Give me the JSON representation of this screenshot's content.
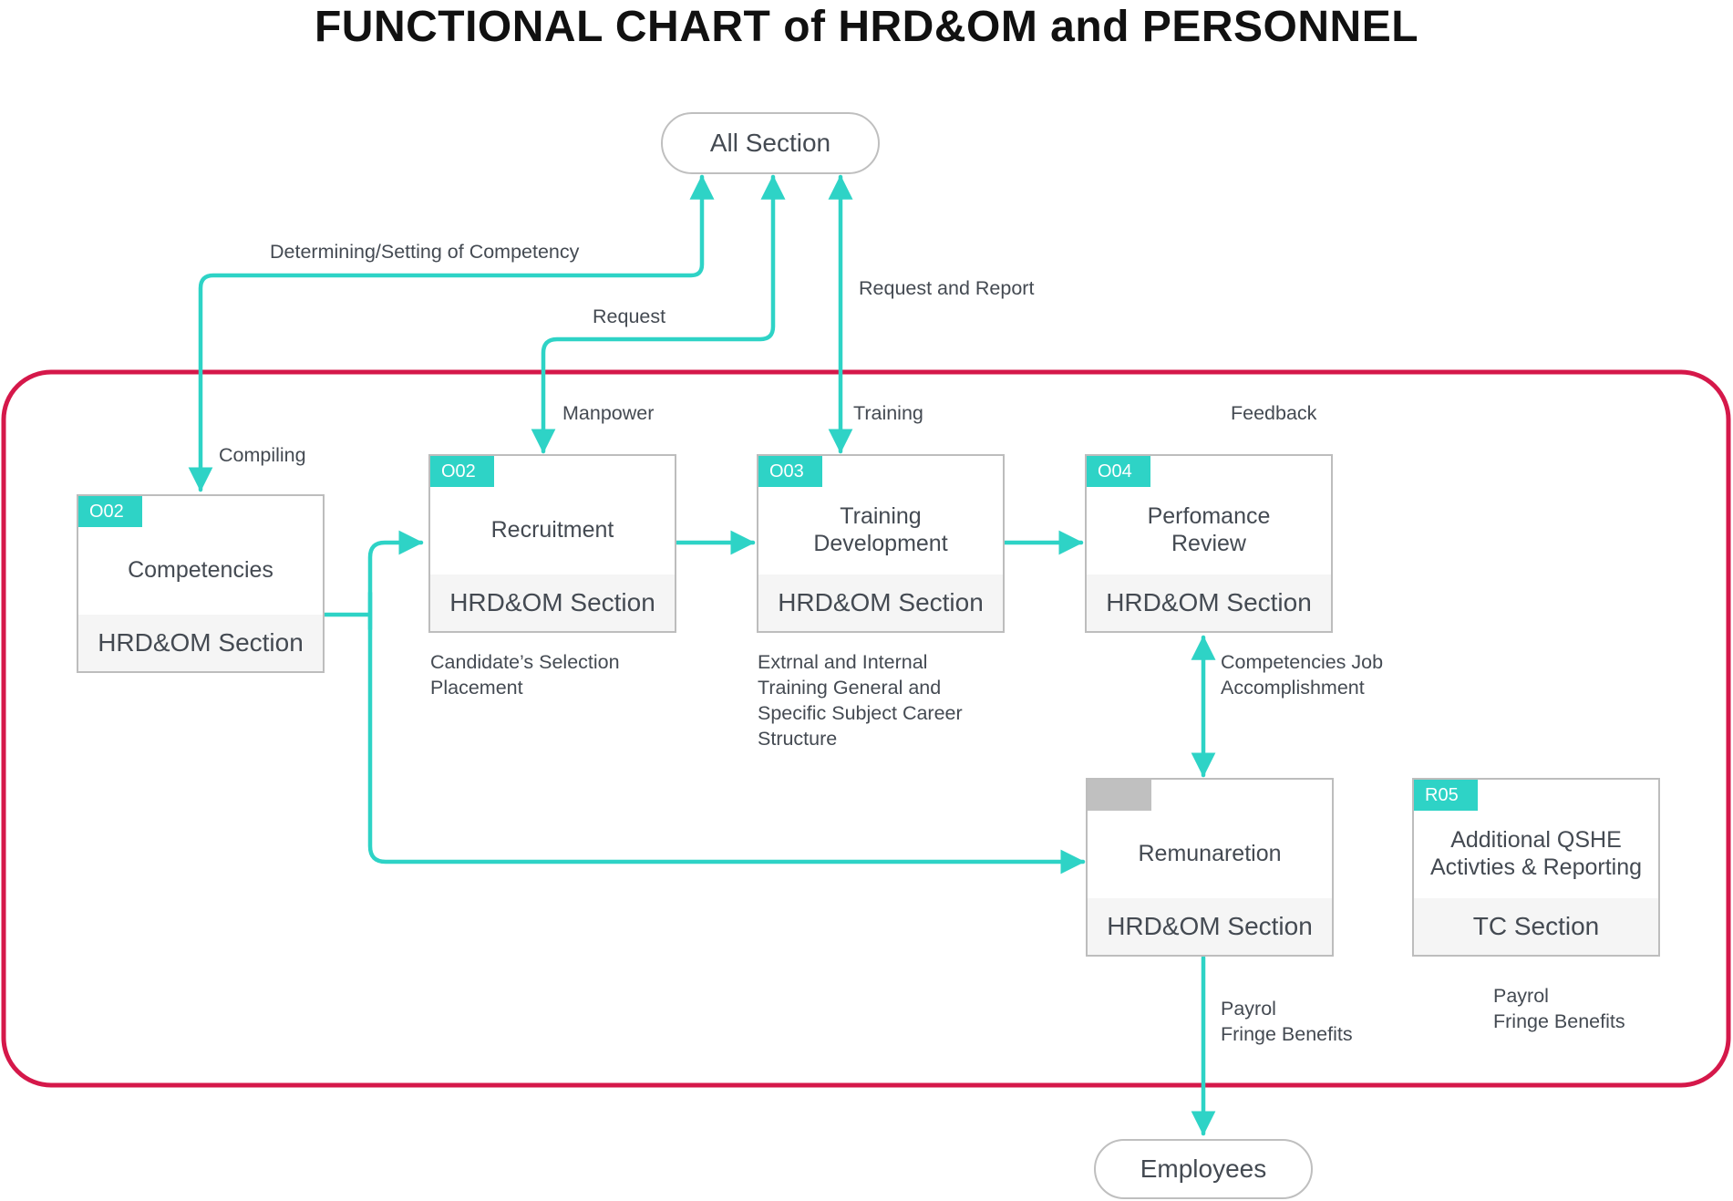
{
  "title": "FUNCTIONAL CHART of HRD&OM and PERSONNEL",
  "terminals": {
    "all_section": "All Section",
    "employees": "Employees"
  },
  "nodes": {
    "competencies": {
      "code": "O02",
      "name": "Competencies",
      "section": "HRD&OM Section"
    },
    "recruitment": {
      "code": "O02",
      "name": "Recruitment",
      "section": "HRD&OM Section"
    },
    "training": {
      "code": "O03",
      "name": "Training Development",
      "section": "HRD&OM Section"
    },
    "performance": {
      "code": "O04",
      "name": "Perfomance Review",
      "section": "HRD&OM Section"
    },
    "remuneration": {
      "code": "",
      "name": "Remunaretion",
      "section": "HRD&OM Section"
    },
    "qshe": {
      "code": "R05",
      "name": "Additional QSHE Activties & Reporting",
      "section": "TC Section"
    }
  },
  "labels": {
    "determining": "Determining/Setting of Competency",
    "request": "Request",
    "request_report": "Request and Report",
    "compiling": "Compiling",
    "manpower": "Manpower",
    "training": "Training",
    "feedback": "Feedback",
    "candidate": [
      "Candidate’s Selection",
      "Placement"
    ],
    "external": [
      "Extrnal and Internal",
      "Training General and",
      "Specific Subject Career",
      "Structure"
    ],
    "competencies_job": [
      "Competencies Job",
      "Accomplishment"
    ],
    "payrol_1": [
      "Payrol",
      "Fringe Benefits"
    ],
    "payrol_2": [
      "Payrol",
      "Fringe Benefits"
    ]
  },
  "colors": {
    "connector": "#2ed3c6",
    "boundary": "#d5184a",
    "code_badge": "#2ed3c6",
    "code_badge_empty": "#c0c0c0",
    "section_band": "#f5f5f5",
    "node_border": "#bdbdbd"
  }
}
